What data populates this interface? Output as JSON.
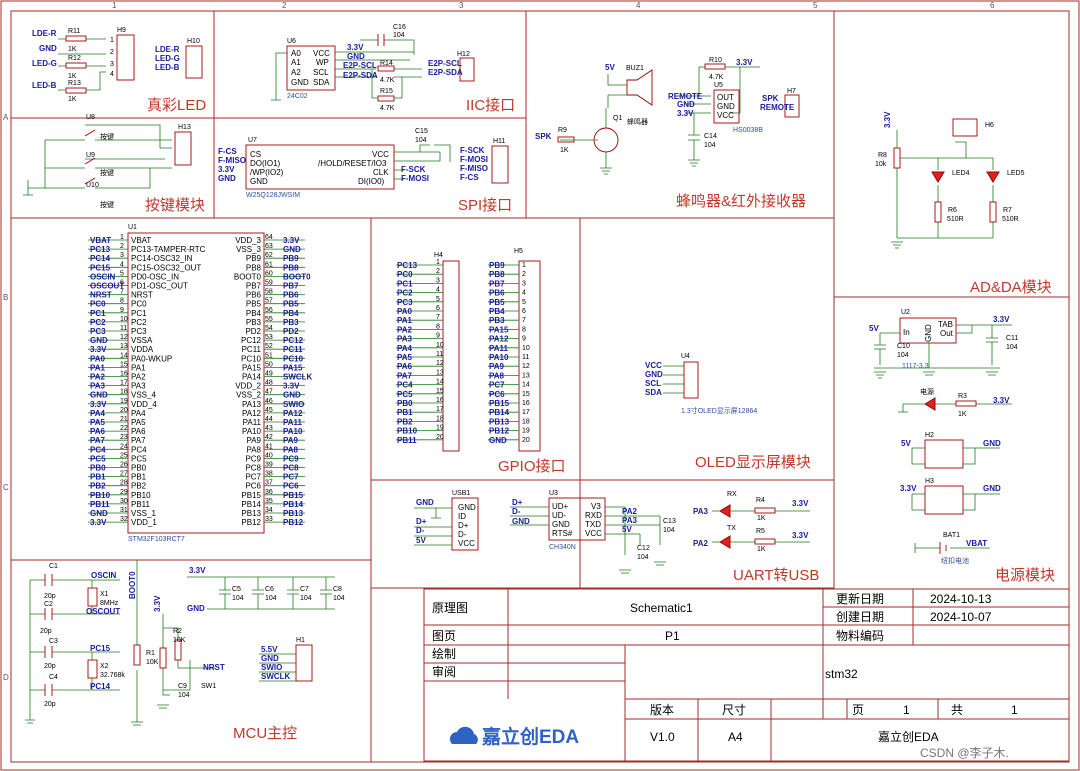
{
  "modules": {
    "led": "真彩LED",
    "iic": "IIC接口",
    "buzzer": "蜂鸣器&红外接收器",
    "keys": "按键模块",
    "spi": "SPI接口",
    "adda": "AD&DA模块",
    "gpio": "GPIO接口",
    "oled": "OLED显示屏模块",
    "power": "电源模块",
    "uart": "UART转USB",
    "mcu": "MCU主控"
  },
  "grid": {
    "cols": [
      "1",
      "2",
      "3",
      "4",
      "5",
      "6"
    ],
    "rows": [
      "A",
      "B",
      "C",
      "D"
    ]
  },
  "led_block": {
    "nets": [
      "LDE-R",
      "GND",
      "LED-G",
      "LED-B"
    ],
    "resistors": [
      {
        "ref": "R11",
        "val": "1K"
      },
      {
        "ref": "R12",
        "val": "1K"
      },
      {
        "ref": "R13",
        "val": "1K"
      }
    ],
    "h9": "H9",
    "h10": "H10",
    "h10_nets": [
      "LDE-R",
      "LED-G",
      "LED-B"
    ]
  },
  "iic_block": {
    "u6": "U6",
    "u6_part": "24C02",
    "u6_pins_left": [
      "A0",
      "A1",
      "A2",
      "GND"
    ],
    "u6_pins_right": [
      "VCC",
      "WP",
      "SCL",
      "SDA"
    ],
    "c16": "C16",
    "c16_val": "104",
    "nets": [
      "3.3V",
      "GND",
      "E2P-SCL",
      "E2P-SDA"
    ],
    "r14": "R14",
    "r15": "R15",
    "rval": "4.7K",
    "h12": "H12",
    "h12_nets": [
      "E2P-SCL",
      "E2P-SDA"
    ]
  },
  "buzzer_block": {
    "v5": "5V",
    "buz": "BUZ1",
    "q1": "Q1",
    "q1_desc": "蜂鸣器",
    "r9": "R9",
    "r9_val": "1K",
    "spk": "SPK",
    "r10": "R10",
    "r10_val": "4.7K",
    "v33": "3.3V",
    "u5": "U5",
    "u5_pins": [
      "OUT",
      "GND",
      "VCC"
    ],
    "u5_part": "HS0038B",
    "remote": "REMOTE",
    "gnd": "GND",
    "c14": "C14",
    "c14_val": "104",
    "h7": "H7",
    "h7_nets": [
      "SPK",
      "REMOTE"
    ]
  },
  "keys_block": {
    "u8": "U8",
    "u9": "U9",
    "u10": "U10",
    "key": "按键",
    "h13": "H13"
  },
  "spi_block": {
    "u7": "U7",
    "u7_part": "W25Q128JWSIM",
    "left_nets": [
      "F-CS",
      "F-MISO",
      "3.3V",
      "GND"
    ],
    "left_pins": [
      "CS",
      "DO(IO1)",
      "/WP(IO2)",
      "GND"
    ],
    "right_pins": [
      "VCC",
      "/HOLD/RESET/IO3",
      "CLK",
      "DI(IO0)"
    ],
    "right_nets": [
      "F-SCK",
      "F-MOSI"
    ],
    "c15": "C15",
    "c15_val": "104",
    "h11": "H11",
    "h11_nets": [
      "F-SCK",
      "F-MOSI",
      "F-MISO",
      "F-CS"
    ]
  },
  "adda_block": {
    "v33": "3.3V",
    "r8": "R8",
    "r8_val": "10k",
    "h6": "H6",
    "led4": "LED4",
    "led5": "LED5",
    "r6": "R6",
    "r6_val": "510R",
    "r7": "R7",
    "r7_val": "510R"
  },
  "mcu_block": {
    "u1": "U1",
    "part": "STM32F103RCT7",
    "left_nets": [
      "VBAT",
      "PC13",
      "PC14",
      "PC15",
      "OSCIN",
      "OSCOUT",
      "NRST",
      "PC0",
      "PC1",
      "PC2",
      "PC3",
      "GND",
      "3.3V",
      "PA0",
      "PA1",
      "PA2",
      "PA3",
      "GND",
      "3.3V",
      "PA4",
      "PA5",
      "PA6",
      "PA7",
      "PC4",
      "PC5",
      "PB0",
      "PB1",
      "PB2",
      "PB10",
      "PB11",
      "GND",
      "3.3V"
    ],
    "left_pins": [
      "VBAT",
      "PC13-TAMPER-RTC",
      "PC14-OSC32_IN",
      "PC15-OSC32_OUT",
      "PD0-OSC_IN",
      "PD1-OSC_OUT",
      "NRST",
      "PC0",
      "PC1",
      "PC2",
      "PC3",
      "VSSA",
      "VDDA",
      "PA0-WKUP",
      "PA1",
      "PA2",
      "PA3",
      "VSS_4",
      "VDD_4",
      "PA4",
      "PA5",
      "PA6",
      "PA7",
      "PC4",
      "PC5",
      "PB0",
      "PB1",
      "PB2",
      "PB10",
      "PB11",
      "VSS_1",
      "VDD_1"
    ],
    "right_pins": [
      "VDD_3",
      "VSS_3",
      "PB9",
      "PB8",
      "BOOT0",
      "PB7",
      "PB6",
      "PB5",
      "PB4",
      "PB3",
      "PD2",
      "PC12",
      "PC11",
      "PC10",
      "PA15",
      "PA14",
      "VDD_2",
      "VSS_2",
      "PA13",
      "PA12",
      "PA11",
      "PA10",
      "PA9",
      "PA8",
      "PC9",
      "PC8",
      "PC7",
      "PC6",
      "PB15",
      "PB14",
      "PB13",
      "PB12"
    ],
    "right_nets": [
      "3.3V",
      "GND",
      "PB9",
      "PB8",
      "BOOT0",
      "PB7",
      "PB6",
      "PB5",
      "PB4",
      "PB3",
      "PD2",
      "PC12",
      "PC11",
      "PC10",
      "PA15",
      "SWCLK",
      "3.3V",
      "GND",
      "SWIO",
      "PA12",
      "PA11",
      "PA10",
      "PA9",
      "PA8",
      "PC9",
      "PC8",
      "PC7",
      "PC6",
      "PB15",
      "PB14",
      "PB13",
      "PB12"
    ],
    "right_nums_top": "64"
  },
  "gpio_block": {
    "h4": "H4",
    "h5": "H5",
    "h4_nets": [
      "PC13",
      "PC0",
      "PC1",
      "PC2",
      "PC3",
      "PA0",
      "PA1",
      "PA2",
      "PA3",
      "PA4",
      "PA5",
      "PA6",
      "PA7",
      "PC4",
      "PC5",
      "PB0",
      "PB1",
      "PB2",
      "PB10",
      "PB11"
    ],
    "h5_nets": [
      "PB9",
      "PB8",
      "PB7",
      "PB6",
      "PB5",
      "PB4",
      "PB3",
      "PA15",
      "PA12",
      "PA11",
      "PA10",
      "PA9",
      "PA8",
      "PC7",
      "PC6",
      "PB15",
      "PB14",
      "PB13",
      "PB12",
      "GND"
    ]
  },
  "oled_block": {
    "u4": "U4",
    "nets": [
      "VCC",
      "GND",
      "SCL",
      "SDA"
    ],
    "desc": "1.3寸OLED显示屏12864"
  },
  "power_block": {
    "u2": "U2",
    "v5": "5V",
    "v33": "3.3V",
    "in": "In",
    "tab": "TAB",
    "out": "Out",
    "gnd": "GND",
    "part": "1117-3.3",
    "c10": "C10",
    "c10_val": "104",
    "c11": "C11",
    "c11_val": "104",
    "r3": "R3",
    "r3_val": "1K",
    "led_desc": "电源",
    "h2": "H2",
    "h3": "H3",
    "bat": "BAT1",
    "bat_desc": "纽扣电池",
    "vbat": "VBAT"
  },
  "uart_block": {
    "usb": "USB1",
    "usb_pins": [
      "GND",
      "ID",
      "D+",
      "D-",
      "VCC"
    ],
    "usb_nets": [
      "GND",
      "D+",
      "D-",
      "5V"
    ],
    "u3": "U3",
    "u3_left": [
      "UD+",
      "UD-",
      "GND",
      "RTS#"
    ],
    "u3_right": [
      "V3",
      "RXD",
      "TXD",
      "VCC"
    ],
    "u3_part": "CH340N",
    "nets_right": [
      "PA2",
      "PA3",
      "5V"
    ],
    "c13": "C13",
    "c13_val": "104",
    "c12": "C12",
    "c12_val": "104",
    "rx": "RX",
    "tx": "TX",
    "r4": "R4",
    "r5": "R5",
    "rval": "1K",
    "v33": "3.3V",
    "pa3": "PA3",
    "pa2": "PA2",
    "dp": "D+",
    "dm": "D-"
  },
  "osc_block": {
    "c1": "C1",
    "c2": "C2",
    "c3": "C3",
    "c4": "C4",
    "cval": "20p",
    "x1": "X1",
    "x1_val": "8MHz",
    "x2": "X2",
    "x2_val": "32.768k",
    "oscin": "OSCIN",
    "oscout": "OSCOUT",
    "pc15": "PC15",
    "pc14": "PC14",
    "boot": "BOOT0",
    "v33": "3.3V",
    "r1": "R1",
    "r1_val": "10K",
    "r2": "R2",
    "r2_val": "10K",
    "nrst": "NRST",
    "c9": "C9",
    "c9_val": "104",
    "sw1": "SW1"
  },
  "decoupling": {
    "v33": "3.3V",
    "gnd": "GND",
    "caps": [
      {
        "ref": "C5",
        "val": "104"
      },
      {
        "ref": "C6",
        "val": "104"
      },
      {
        "ref": "C7",
        "val": "104"
      },
      {
        "ref": "C8",
        "val": "104"
      }
    ]
  },
  "swd": {
    "h1": "H1",
    "nets": [
      "5.5V",
      "GND",
      "SWIO",
      "SWCLK"
    ]
  },
  "title_block": {
    "l_schematic": "原理图",
    "schematic": "Schematic1",
    "l_page": "图页",
    "page": "P1",
    "l_draw": "绘制",
    "l_review": "审阅",
    "l_updated": "更新日期",
    "updated": "2024-10-13",
    "l_created": "创建日期",
    "created": "2024-10-07",
    "l_material": "物料编码",
    "project": "stm32",
    "l_version": "版本",
    "version": "V1.0",
    "l_size": "尺寸",
    "size": "A4",
    "l_sheet": "页",
    "sheet": "1",
    "l_total": "共",
    "total": "1",
    "company": "嘉立创EDA",
    "logo": "嘉立创EDA"
  },
  "watermark": "CSDN @李子木."
}
